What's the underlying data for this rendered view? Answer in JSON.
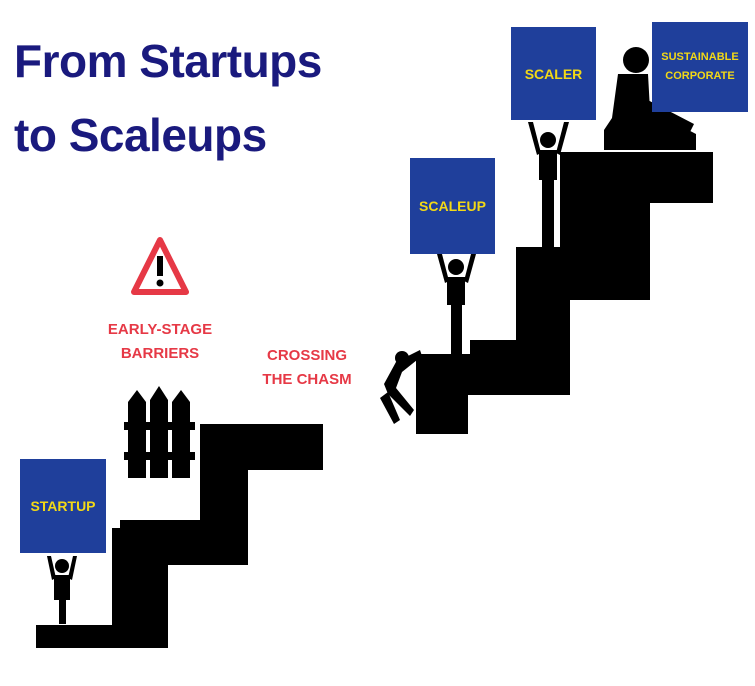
{
  "title": {
    "line1": "From Startups",
    "line2": "to Scaleups"
  },
  "labels": {
    "early_stage_line1": "EARLY-STAGE",
    "early_stage_line2": "BARRIERS",
    "chasm_line1": "CROSSING",
    "chasm_line2": "THE CHASM"
  },
  "boxes": {
    "startup": "STARTUP",
    "scaleup": "SCALEUP",
    "scaler": "SCALER",
    "sustainable_line1": "SUSTAINABLE",
    "sustainable_line2": "CORPORATE"
  },
  "icons": [
    "warning-icon",
    "fence-icon",
    "person-lifting-icon",
    "person-sitting-icon",
    "person-climbing-icon"
  ],
  "colors": {
    "title": "#1a1a7e",
    "box_fill": "#1f3f9b",
    "box_text": "#f2d816",
    "warning_text": "#e63946",
    "stairs": "#000000"
  }
}
